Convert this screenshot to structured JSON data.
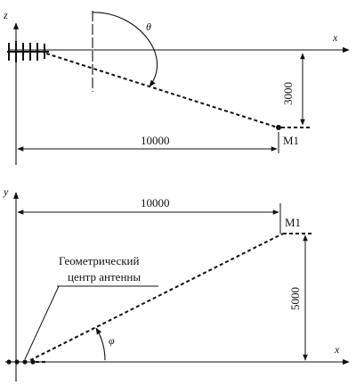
{
  "top_view": {
    "z_axis_label": "z",
    "x_axis_label": "x",
    "angle_label": "θ",
    "vertical_dim_label": "3000",
    "horizontal_dim_label": "10000",
    "point_label": "M1"
  },
  "bottom_view": {
    "y_axis_label": "y",
    "x_axis_label": "x",
    "horizontal_dim_label": "10000",
    "point_label": "M1",
    "center_label_line1": "Геометрический",
    "center_label_line2": "центр антенны",
    "vertical_dim_label": "5000",
    "angle_label": "φ"
  }
}
